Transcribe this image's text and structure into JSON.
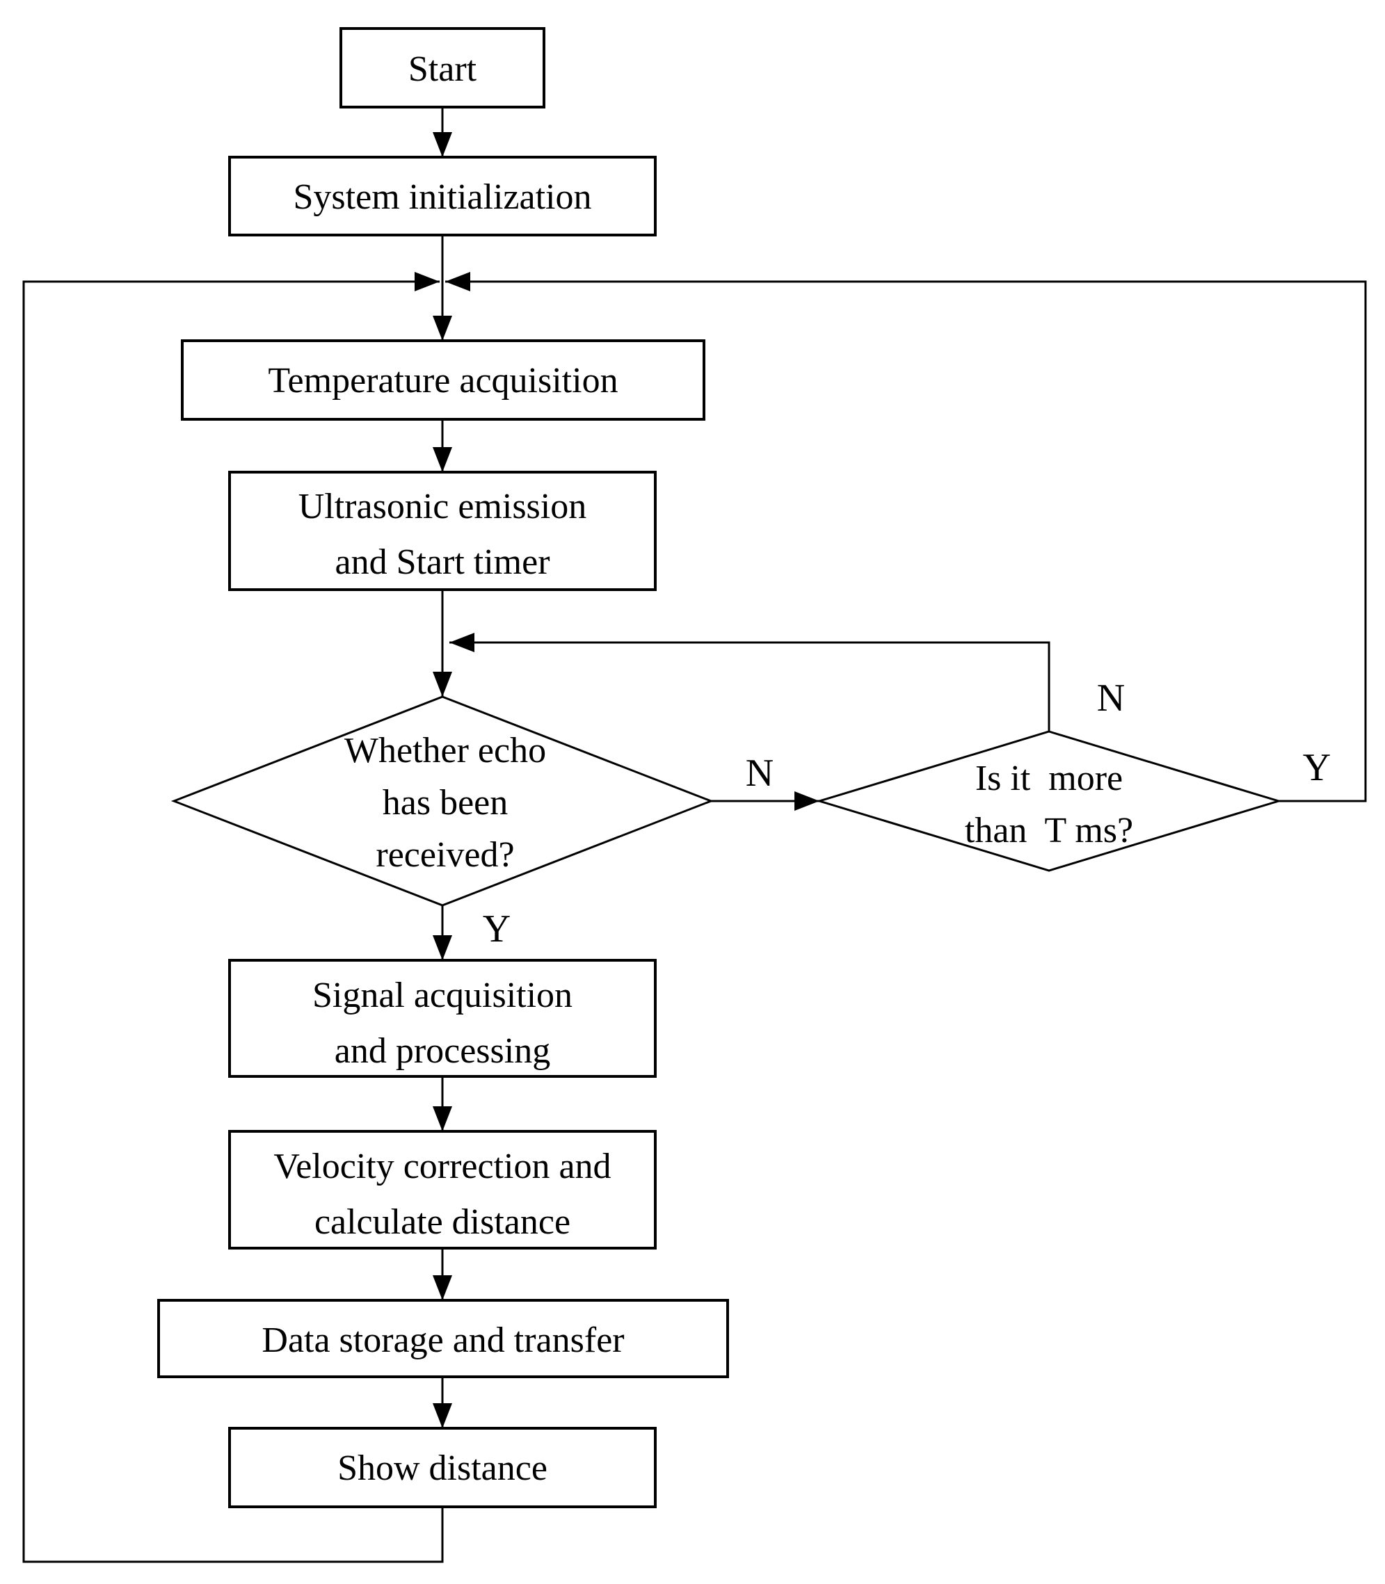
{
  "flowchart": {
    "type": "flowchart",
    "colors": {
      "stroke": "#000000",
      "node_fill": "#ffffff",
      "background": "#ffffff"
    },
    "nodes": {
      "start": {
        "shape": "process",
        "lines": [
          "Start"
        ]
      },
      "system_initialization": {
        "shape": "process",
        "lines": [
          "System initialization"
        ]
      },
      "temperature_acquisition": {
        "shape": "process",
        "lines": [
          "Temperature acquisition"
        ]
      },
      "ultrasonic_emission": {
        "shape": "process",
        "lines": [
          "Ultrasonic emission",
          "and Start timer"
        ]
      },
      "echo_received_decision": {
        "shape": "decision",
        "lines": [
          "Whether echo",
          "has been",
          "received?"
        ]
      },
      "timeout_decision": {
        "shape": "decision",
        "lines": [
          "Is it  more",
          "than  T ms?"
        ]
      },
      "signal_acquisition": {
        "shape": "process",
        "lines": [
          "Signal acquisition",
          "and processing"
        ]
      },
      "velocity_correction": {
        "shape": "process",
        "lines": [
          "Velocity correction and",
          "calculate distance"
        ]
      },
      "data_storage": {
        "shape": "process",
        "lines": [
          "Data storage and transfer"
        ]
      },
      "show_distance": {
        "shape": "process",
        "lines": [
          "Show distance"
        ]
      }
    },
    "branch_labels": {
      "echo_no": "N",
      "echo_yes": "Y",
      "timeout_no": "N",
      "timeout_yes": "Y"
    },
    "edges": [
      {
        "from": "start",
        "to": "system_initialization"
      },
      {
        "from": "system_initialization",
        "to": "temperature_acquisition"
      },
      {
        "from": "temperature_acquisition",
        "to": "ultrasonic_emission"
      },
      {
        "from": "ultrasonic_emission",
        "to": "echo_received_decision"
      },
      {
        "from": "echo_received_decision",
        "to": "timeout_decision",
        "label": "N"
      },
      {
        "from": "echo_received_decision",
        "to": "signal_acquisition",
        "label": "Y"
      },
      {
        "from": "timeout_decision",
        "to": "echo_received_decision",
        "label": "N"
      },
      {
        "from": "timeout_decision",
        "to": "temperature_acquisition",
        "label": "Y"
      },
      {
        "from": "signal_acquisition",
        "to": "velocity_correction"
      },
      {
        "from": "velocity_correction",
        "to": "data_storage"
      },
      {
        "from": "data_storage",
        "to": "show_distance"
      },
      {
        "from": "show_distance",
        "to": "temperature_acquisition"
      }
    ]
  }
}
